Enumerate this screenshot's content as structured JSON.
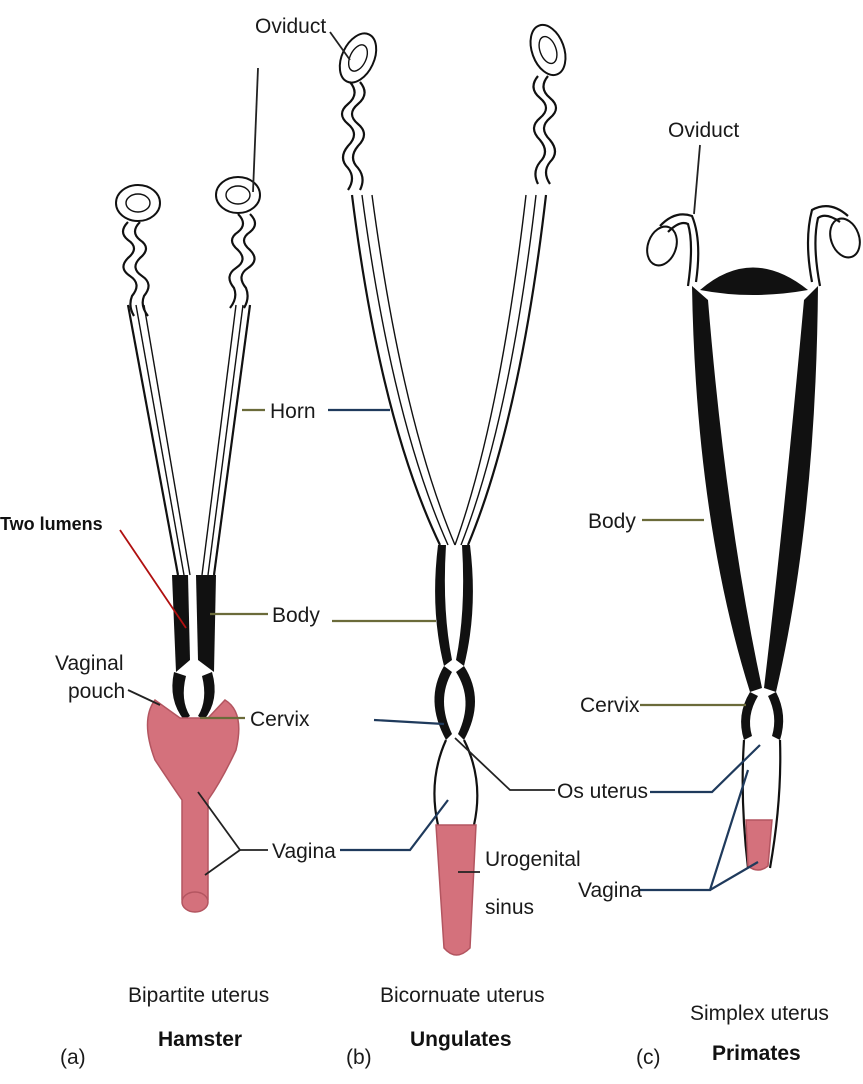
{
  "labels": {
    "oviduct_b": "Oviduct",
    "oviduct_c": "Oviduct",
    "horn": "Horn",
    "two_lumens": "Two lumens",
    "body_a": "Body",
    "body_c": "Body",
    "vaginal_pouch_line1": "Vaginal",
    "vaginal_pouch_line2": "pouch",
    "cervix_a": "Cervix",
    "cervix_c": "Cervix",
    "os_uterus": "Os uterus",
    "vagina_a": "Vagina",
    "vagina_c": "Vagina",
    "urogenital_line1": "Urogenital",
    "urogenital_line2": "sinus"
  },
  "panels": [
    {
      "letter": "(a)",
      "type": "Bipartite uterus",
      "species": "Hamster"
    },
    {
      "letter": "(b)",
      "type": "Bicornuate uterus",
      "species": "Ungulates"
    },
    {
      "letter": "(c)",
      "type": "Simplex uterus",
      "species": "Primates"
    }
  ],
  "colors": {
    "vagina_fill": "#d4717c",
    "uterine_wall": "#111111",
    "leader_blue": "#1f3a5c",
    "leader_olive": "#6b6b3a",
    "leader_red": "#b01010"
  }
}
